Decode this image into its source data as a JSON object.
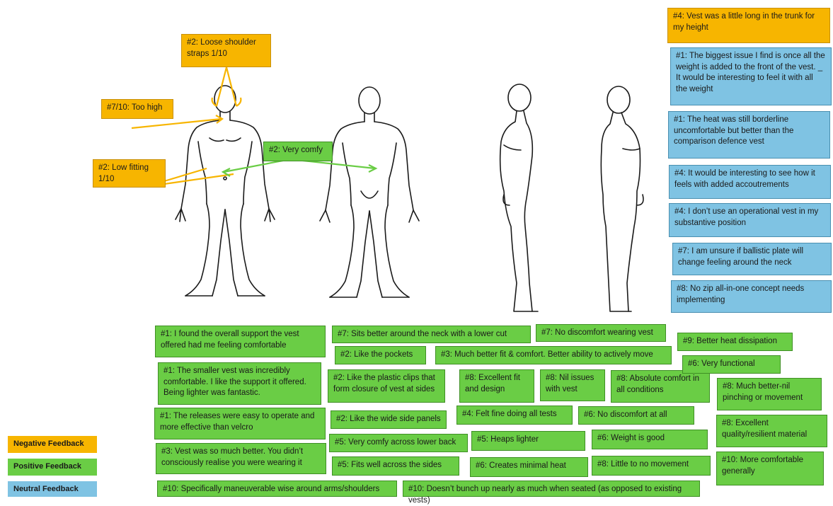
{
  "colors": {
    "negative": "#f7b500",
    "positive": "#6acd45",
    "neutral": "#7fc3e3"
  },
  "figures": {
    "views": [
      "front",
      "back",
      "side-left",
      "side-right"
    ]
  },
  "legend": {
    "negative": "Negative Feedback",
    "positive": "Positive Feedback",
    "neutral": "Neutral Feedback"
  },
  "negative": {
    "shoulder": "#2: Loose shoulder straps 1/10",
    "high": "#7/10: Too high",
    "low": "#2: Low fitting 1/10",
    "trunk": "#4: Vest was a little long in the trunk for my height"
  },
  "neutral": [
    "#1: The biggest issue I find is once all the weight is added to the front of the vest. _ It would be interesting to feel it with all the weight",
    "#1: The heat was still borderline uncomfortable but better than the comparison defence vest",
    "#4: It would be interesting to see how it feels with added accoutrements",
    "#4: I don’t use an operational vest in my substantive position",
    "#7: I am unsure if ballistic plate will change feeling around the neck",
    "#8: No zip all-in-one concept needs implementing"
  ],
  "positive": {
    "comfy": "#2: Very comfy",
    "p1": "#1: I found the overall support the vest offered had me feeling comfortable",
    "p2": "#1: The smaller vest was incredibly comfortable. I like the support it offered. Being lighter was fantastic.",
    "p3": "#1: The releases were easy to operate and more effective than velcro",
    "p4": "#3: Vest was so much better. You didn’t consciously realise you were wearing it",
    "p5": "#10: Specifically maneuverable wise around arms/shoulders",
    "p6": "#7: Sits better around the neck with a lower cut",
    "p7": "#2: Like the pockets",
    "p8": "#2: Like the plastic clips that form closure of vest at sides",
    "p9": "#2: Like the wide side panels",
    "p10": "#5: Very comfy across lower back",
    "p11": "#5: Fits well across the sides",
    "p12": "#10: Doesn’t bunch up nearly as much when seated (as opposed to existing vests)",
    "p13": "#7: No discomfort wearing vest",
    "p14": "#3: Much better fit & comfort. Better ability to actively move",
    "p15": "#8: Excellent fit and design",
    "p16": "#8: Nil issues with vest",
    "p17": "#8: Absolute comfort in all conditions",
    "p18": "#4: Felt fine doing all tests",
    "p19": "#6: No discomfort at all",
    "p20": "#5: Heaps lighter",
    "p21": "#6: Weight is good",
    "p22": "#6: Creates minimal heat",
    "p23": "#8: Little to no movement",
    "p24": "#9: Better heat dissipation",
    "p25": "#6: Very functional",
    "p26": "#8: Much better-nil pinching or movement",
    "p27": "#8: Excellent quality/resilient material",
    "p28": "#10: More comfortable generally"
  }
}
